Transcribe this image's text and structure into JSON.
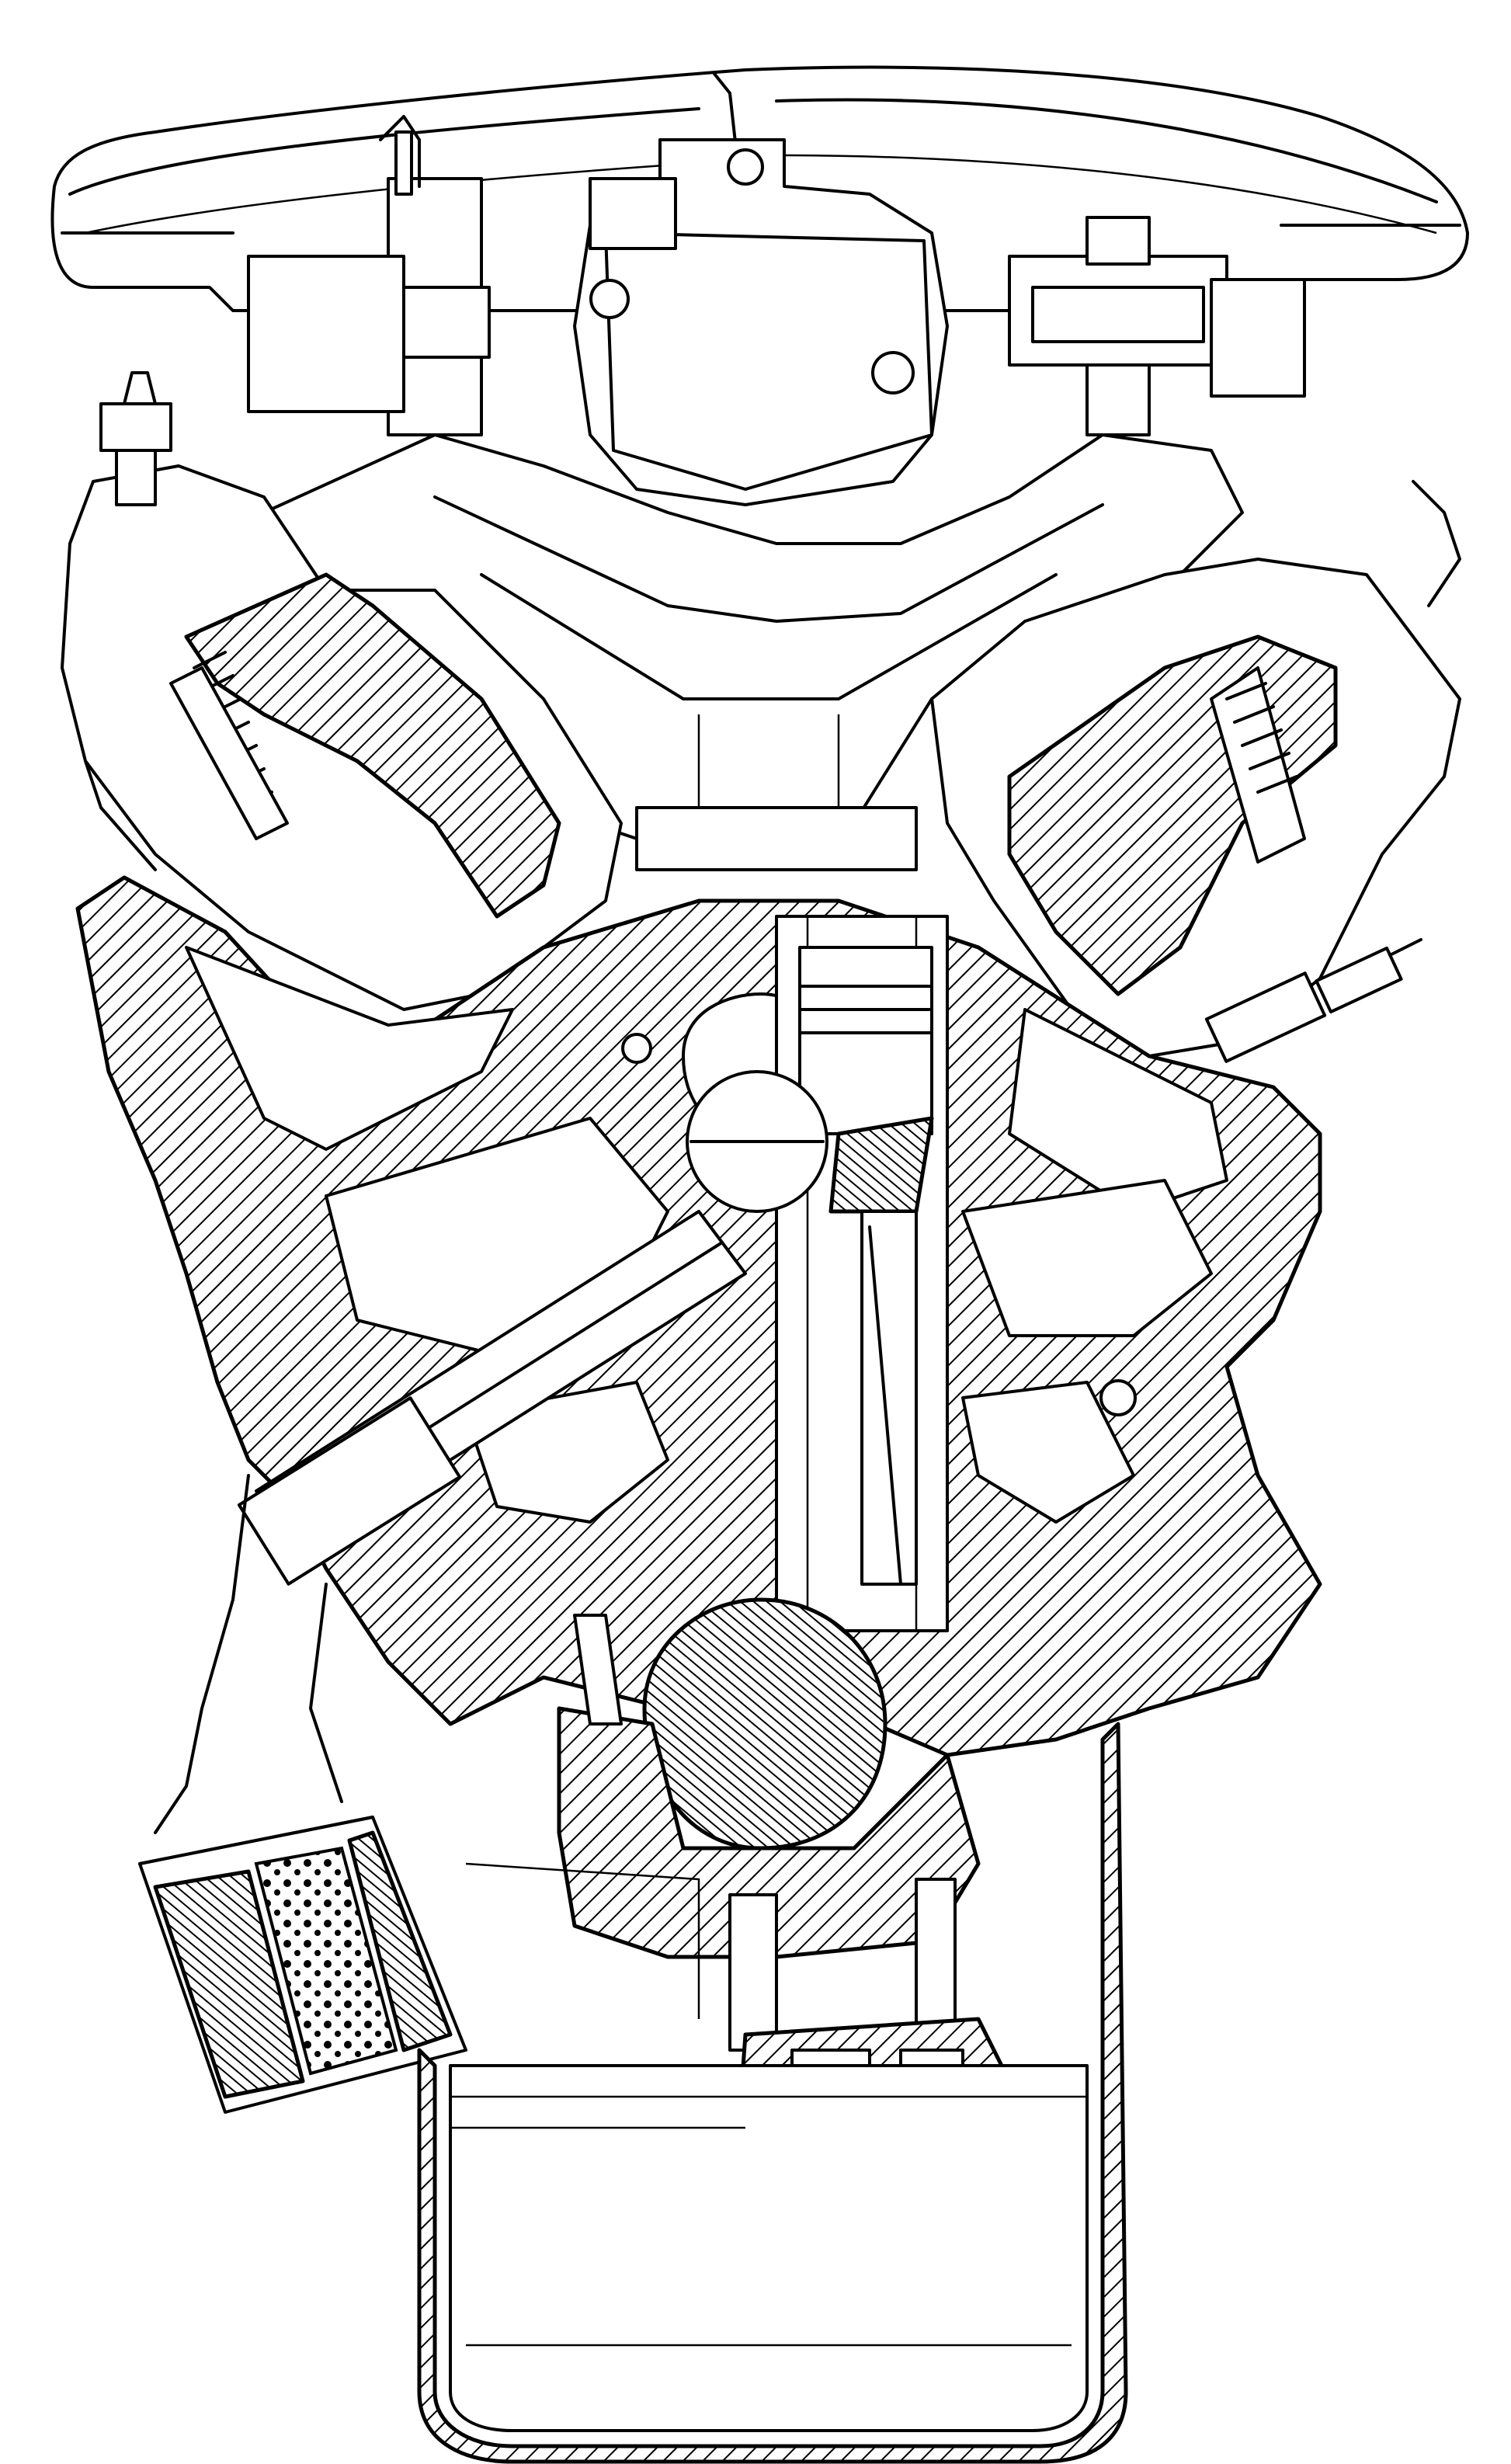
{
  "figure": {
    "kind": "engine-cross-section-line-drawing",
    "line_color": "#000000",
    "background": "#ffffff",
    "fill_patterns": [
      "diagonal-hatch",
      "dense-hatch",
      "stipple-dots"
    ],
    "components": [
      "air-intake-plenum",
      "throttle-body",
      "ignition-coil-left",
      "ignition-coil-right",
      "intake-manifold",
      "cylinder-head-left",
      "cylinder-head-right",
      "valve-spring-left",
      "valve-spring-right",
      "spark-plug-left",
      "spark-plug-right",
      "engine-block",
      "cylinder-bore-left",
      "cylinder-bore-right",
      "piston",
      "camshaft",
      "crankshaft-counterweight",
      "main-bearing-cap",
      "oil-pump",
      "oil-pickup",
      "oil-filter",
      "oil-pan"
    ]
  }
}
